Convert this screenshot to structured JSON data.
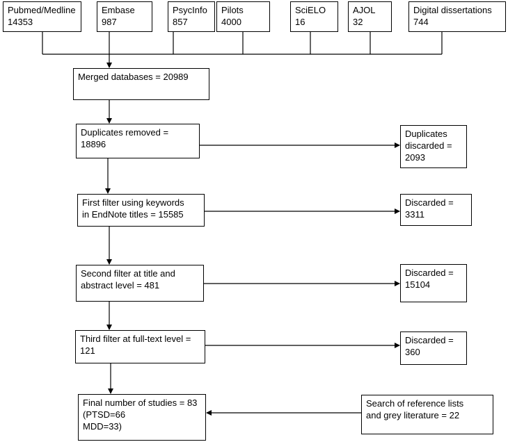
{
  "sources": [
    {
      "name": "Pubmed/Medline",
      "count": "14353"
    },
    {
      "name": "Embase",
      "count": "987"
    },
    {
      "name": "PsycInfo",
      "count": "857"
    },
    {
      "name": "Pilots",
      "count": "4000"
    },
    {
      "name": "SciELO",
      "count": "16"
    },
    {
      "name": "AJOL",
      "count": "32"
    },
    {
      "name": "Digital dissertations",
      "count": "744"
    }
  ],
  "steps": {
    "merged": [
      "Merged databases  = 20989"
    ],
    "duplicates_removed": [
      "Duplicates  removed =",
      "18896"
    ],
    "first_filter": [
      "First filter using keywords",
      "in EndNote titles = 15585"
    ],
    "second_filter": [
      "Second filter at title and",
      "abstract  level = 481"
    ],
    "third_filter": [
      "Third filter at full-text level =",
      "121"
    ],
    "final": [
      "Final number of studies = 83",
      "(PTSD=66",
      "MDD=33)"
    ]
  },
  "discards": {
    "duplicates": [
      "Duplicates",
      "discarded =",
      "2093"
    ],
    "first": [
      "Discarded =",
      "3311"
    ],
    "second": [
      "Discarded =",
      "15104"
    ],
    "third": [
      "Discarded =",
      "360"
    ]
  },
  "extra": {
    "search": [
      "Search of reference lists",
      "and grey literature = 22"
    ]
  },
  "colors": {
    "line": "#000000",
    "box_border": "#000000",
    "background": "#ffffff"
  }
}
